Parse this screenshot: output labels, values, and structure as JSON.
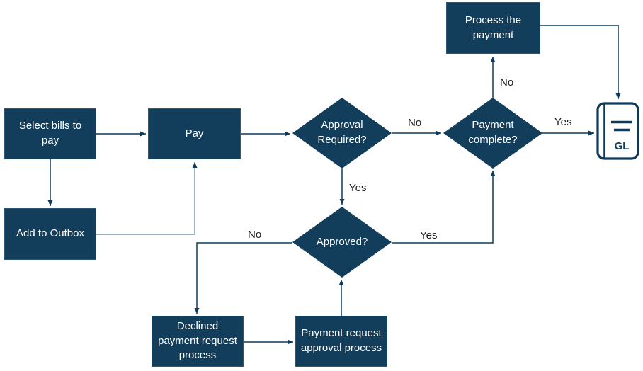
{
  "diagram": {
    "type": "flowchart",
    "colors": {
      "shape_fill": "#123e5c",
      "shape_border": "#2b5878",
      "shape_text": "#ffffff",
      "connector": "#0e3a5c",
      "connector_light": "#91a9be",
      "edge_label_text": "#1c1c1c",
      "background": "#ffffff"
    },
    "nodes": {
      "select_bills": {
        "label": "Select bills to\npay",
        "type": "process"
      },
      "add_outbox": {
        "label": "Add to Outbox",
        "type": "process"
      },
      "pay": {
        "label": "Pay",
        "type": "process"
      },
      "approval_required": {
        "label": "Approval\nRequired?",
        "type": "decision"
      },
      "approved": {
        "label": "Approved?",
        "type": "decision"
      },
      "payment_complete": {
        "label": "Payment\ncomplete?",
        "type": "decision"
      },
      "process_payment": {
        "label": "Process the\npayment",
        "type": "process"
      },
      "declined_process": {
        "label": "Declined\npayment request\nprocess",
        "type": "process"
      },
      "approval_process": {
        "label": "Payment request\napproval process",
        "type": "process"
      },
      "gl": {
        "label": "GL",
        "type": "ledger-icon"
      }
    },
    "edges": [
      {
        "from": "select_bills",
        "to": "pay",
        "label": ""
      },
      {
        "from": "select_bills",
        "to": "add_outbox",
        "label": ""
      },
      {
        "from": "add_outbox",
        "to": "pay",
        "label": ""
      },
      {
        "from": "pay",
        "to": "approval_required",
        "label": ""
      },
      {
        "from": "approval_required",
        "to": "payment_complete",
        "label": "No"
      },
      {
        "from": "approval_required",
        "to": "approved",
        "label": "Yes"
      },
      {
        "from": "approved",
        "to": "declined_process",
        "label": "No"
      },
      {
        "from": "approved",
        "to": "payment_complete",
        "label": "Yes"
      },
      {
        "from": "payment_complete",
        "to": "process_payment",
        "label": "No"
      },
      {
        "from": "payment_complete",
        "to": "gl",
        "label": "Yes"
      },
      {
        "from": "process_payment",
        "to": "gl",
        "label": ""
      },
      {
        "from": "declined_process",
        "to": "approval_process",
        "label": ""
      },
      {
        "from": "approval_process",
        "to": "approved",
        "label": ""
      }
    ]
  }
}
